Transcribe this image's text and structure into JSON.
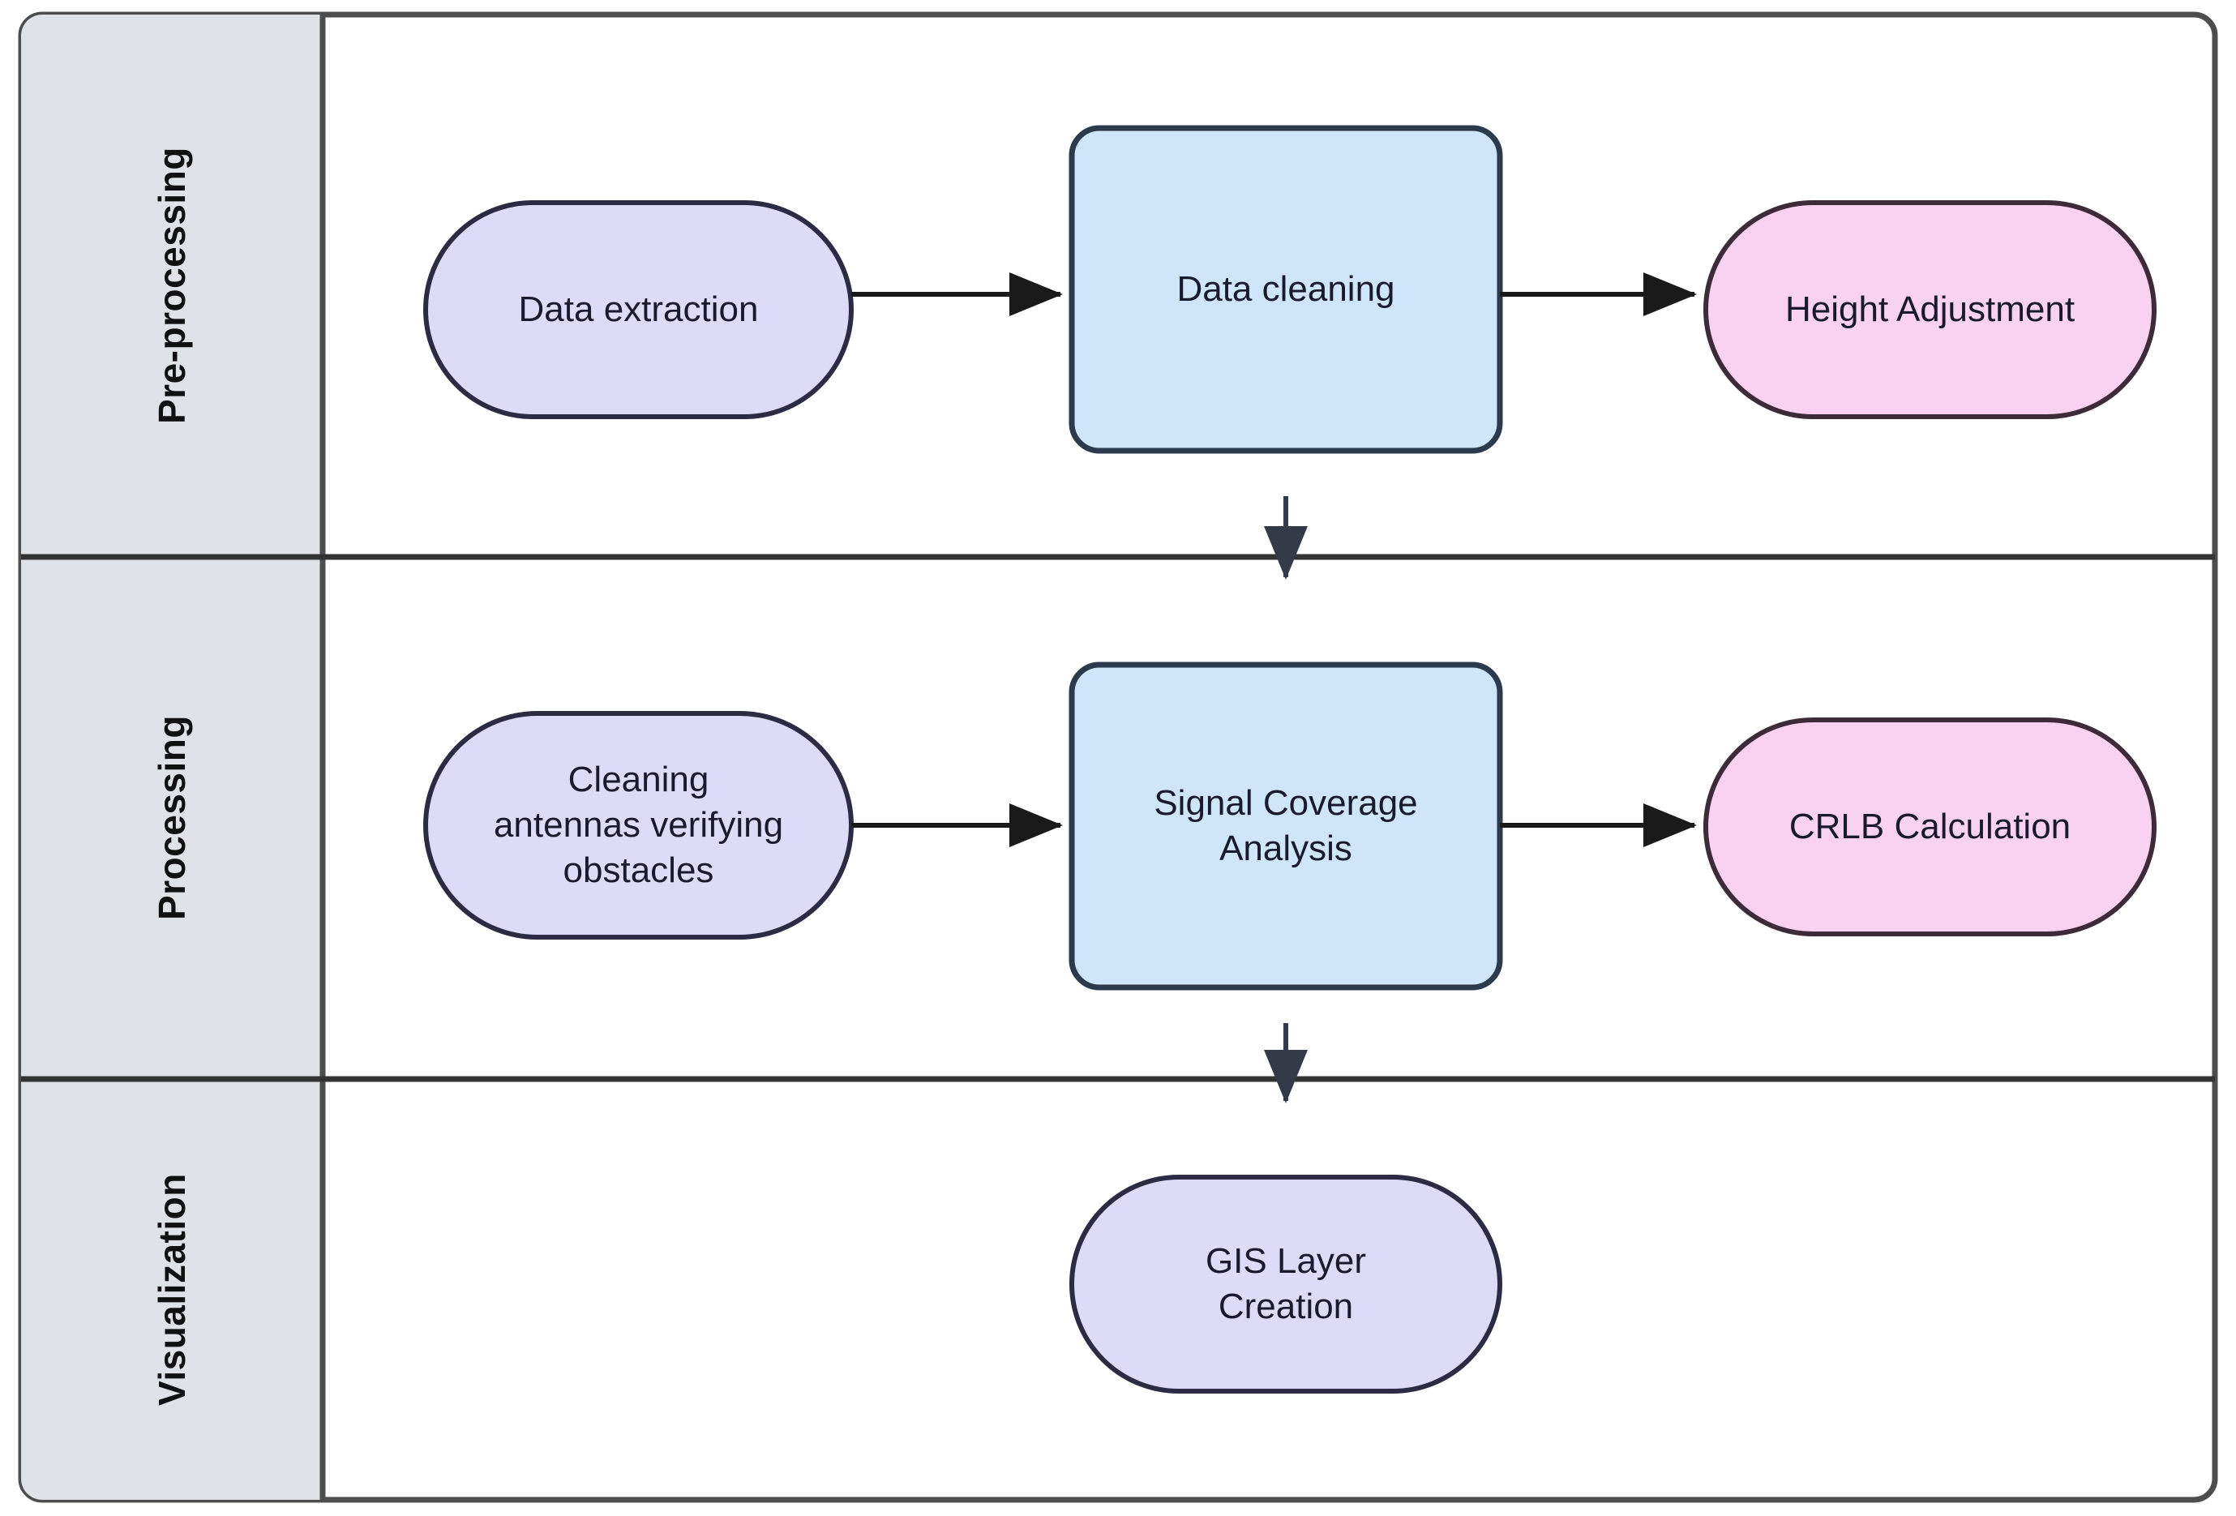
{
  "diagram": {
    "type": "swimlane-flowchart",
    "frame": {
      "border_color": "#4d4d4d",
      "background": "#ffffff"
    },
    "lane_header": {
      "fill": "#dfe3e8",
      "border_color": "#4d4d4d",
      "text_color": "#111111"
    },
    "lanes": [
      {
        "id": "pre-processing",
        "label": "Pre-processing"
      },
      {
        "id": "processing",
        "label": "Processing"
      },
      {
        "id": "visualization",
        "label": "Visualization"
      }
    ],
    "node_styles": {
      "lavender_stadium": {
        "fill": "#dcdcf8",
        "stroke": "#2b2b44"
      },
      "blue_rounded_rect": {
        "fill": "#cfe5f9",
        "stroke": "#2b3a4d"
      },
      "pink_stadium": {
        "fill": "#fad2f1",
        "stroke": "#3d2b3a"
      }
    },
    "nodes": [
      {
        "id": "data-extraction",
        "lane": "pre-processing",
        "label": "Data extraction",
        "shape": "stadium",
        "style": "lavender_stadium"
      },
      {
        "id": "data-cleaning",
        "lane": "pre-processing",
        "label": "Data cleaning",
        "shape": "rounded-rect",
        "style": "blue_rounded_rect"
      },
      {
        "id": "height-adjustment",
        "lane": "pre-processing",
        "label": "Height Adjustment",
        "shape": "stadium",
        "style": "pink_stadium"
      },
      {
        "id": "cleaning-antennas",
        "lane": "processing",
        "label": "Cleaning\nantennas verifying\nobstacles",
        "shape": "stadium",
        "style": "lavender_stadium"
      },
      {
        "id": "signal-coverage",
        "lane": "processing",
        "label": "Signal Coverage\nAnalysis",
        "shape": "rounded-rect",
        "style": "blue_rounded_rect"
      },
      {
        "id": "crlb-calculation",
        "lane": "processing",
        "label": "CRLB Calculation",
        "shape": "stadium",
        "style": "pink_stadium"
      },
      {
        "id": "gis-layer-creation",
        "lane": "visualization",
        "label": "GIS Layer\nCreation",
        "shape": "stadium",
        "style": "lavender_stadium"
      }
    ],
    "edges": [
      {
        "id": "e1",
        "from": "data-extraction",
        "to": "data-cleaning",
        "direction": "right",
        "label": ""
      },
      {
        "id": "e2",
        "from": "data-cleaning",
        "to": "height-adjustment",
        "direction": "right",
        "label": ""
      },
      {
        "id": "e3",
        "from": "data-cleaning",
        "to": "signal-coverage",
        "direction": "down",
        "label": ""
      },
      {
        "id": "e4",
        "from": "cleaning-antennas",
        "to": "signal-coverage",
        "direction": "right",
        "label": ""
      },
      {
        "id": "e5",
        "from": "signal-coverage",
        "to": "crlb-calculation",
        "direction": "right",
        "label": ""
      },
      {
        "id": "e6",
        "from": "signal-coverage",
        "to": "gis-layer-creation",
        "direction": "down",
        "label": ""
      }
    ],
    "edge_style": {
      "stroke": "#1a1a1a",
      "arrowhead": "solid-triangle"
    }
  }
}
